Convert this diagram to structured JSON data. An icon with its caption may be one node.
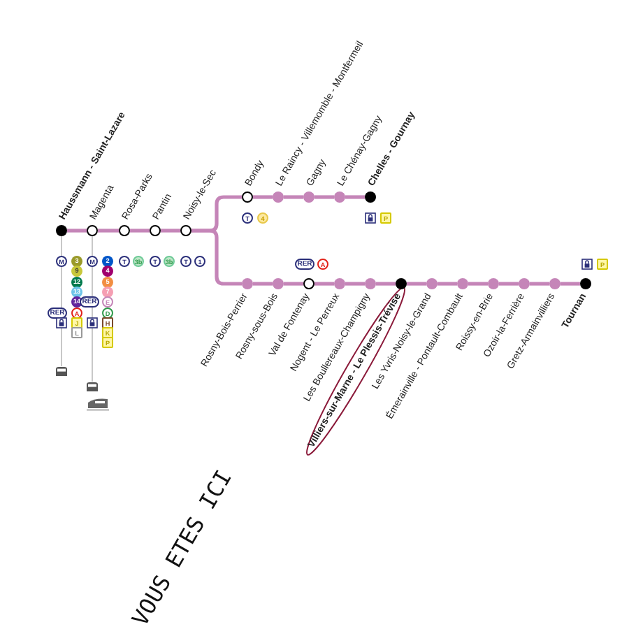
{
  "diagram": {
    "nodes": [
      {
        "text": [],
        "shape": "circle",
        "beside": [
          "Haussmann - Saint-Lazare"
        ]
      },
      {
        "text": [],
        "shape": "circle",
        "beside": [
          "Magenta"
        ]
      },
      {
        "text": [],
        "shape": "circle",
        "beside": [
          "Rosa-Parks"
        ]
      },
      {
        "text": [],
        "shape": "circle",
        "beside": [
          "Pantin"
        ]
      },
      {
        "text": [],
        "shape": "circle",
        "beside": [
          "Noisy-le-Sec"
        ]
      },
      {
        "text": [],
        "shape": "circle",
        "beside": [
          "Bondy"
        ]
      },
      {
        "text": [],
        "shape": "circle",
        "beside": [
          "Le Raincy - Villemomble - Montfermeil"
        ]
      },
      {
        "text": [],
        "shape": "circle",
        "beside": [
          "Gagny"
        ]
      },
      {
        "text": [],
        "shape": "circle",
        "beside": [
          "Le Chénay-Gagny"
        ]
      },
      {
        "text": [],
        "shape": "circle",
        "beside": [
          "Chelles - Gournay"
        ]
      },
      {
        "text": [],
        "shape": "circle",
        "beside": [
          "Rosny-Bois-Perrier"
        ]
      },
      {
        "text": [],
        "shape": "circle",
        "beside": [
          "Rosny-sous-Bois"
        ]
      },
      {
        "text": [],
        "shape": "circle",
        "beside": [
          "Val de Fontenay"
        ]
      },
      {
        "text": [],
        "shape": "circle",
        "beside": [
          "Nogent - Le Perreux"
        ]
      },
      {
        "text": [],
        "shape": "circle",
        "beside": [
          "Les Boullereaux-Champigny"
        ]
      },
      {
        "text": [],
        "shape": "circle",
        "beside": [
          "Villiers-sur-Marne - Le Plessis-Trévise"
        ]
      },
      {
        "text": [],
        "shape": "circle",
        "beside": [
          "Les Yvris-Noisy-le-Grand"
        ]
      },
      {
        "text": [],
        "shape": "circle",
        "beside": [
          "Émerainville - Pontault-Combault"
        ]
      },
      {
        "text": [],
        "shape": "circle",
        "beside": [
          "Roissy-en-Brie"
        ]
      },
      {
        "text": [],
        "shape": "circle",
        "beside": [
          "Ozoir-la-Ferrière"
        ]
      },
      {
        "text": [],
        "shape": "circle",
        "beside": [
          "Gretz-Armainvilliers"
        ]
      },
      {
        "text": [],
        "shape": "circle",
        "beside": [
          "Tournan"
        ]
      }
    ],
    "edges": [
      {
        "from": 0,
        "to": 1,
        "arrow": "none"
      },
      {
        "from": 1,
        "to": 2,
        "arrow": "none"
      },
      {
        "from": 2,
        "to": 3,
        "arrow": "none"
      },
      {
        "from": 3,
        "to": 4,
        "arrow": "none"
      },
      {
        "from": 4,
        "to": 5,
        "arrow": "none"
      },
      {
        "from": 5,
        "to": 6,
        "arrow": "none"
      },
      {
        "from": 6,
        "to": 7,
        "arrow": "none"
      },
      {
        "from": 7,
        "to": 8,
        "arrow": "none"
      },
      {
        "from": 8,
        "to": 9,
        "arrow": "none"
      },
      {
        "from": 4,
        "to": 10,
        "arrow": "none"
      },
      {
        "from": 10,
        "to": 11,
        "arrow": "none"
      },
      {
        "from": 11,
        "to": 12,
        "arrow": "none"
      },
      {
        "from": 12,
        "to": 13,
        "arrow": "none"
      },
      {
        "from": 13,
        "to": 14,
        "arrow": "none"
      },
      {
        "from": 14,
        "to": 15,
        "arrow": "none"
      },
      {
        "from": 15,
        "to": 16,
        "arrow": "none"
      },
      {
        "from": 16,
        "to": 17,
        "arrow": "none"
      },
      {
        "from": 17,
        "to": 18,
        "arrow": "none"
      },
      {
        "from": 18,
        "to": 19,
        "arrow": "none"
      },
      {
        "from": 19,
        "to": 20,
        "arrow": "none"
      },
      {
        "from": 20,
        "to": 21,
        "arrow": "none"
      }
    ],
    "labels": [
      "M",
      "3",
      "9",
      "12",
      "13",
      "14",
      "RER",
      "A",
      "J",
      "L",
      "M",
      "2",
      "4",
      "5",
      "7",
      "RER",
      "E",
      "D",
      "H",
      "K",
      "P",
      "T",
      "3b",
      "T",
      "3b",
      "T",
      "1",
      "T",
      "4",
      "RER",
      "A",
      "P",
      "P",
      "VOUS ETES ICI"
    ]
  }
}
